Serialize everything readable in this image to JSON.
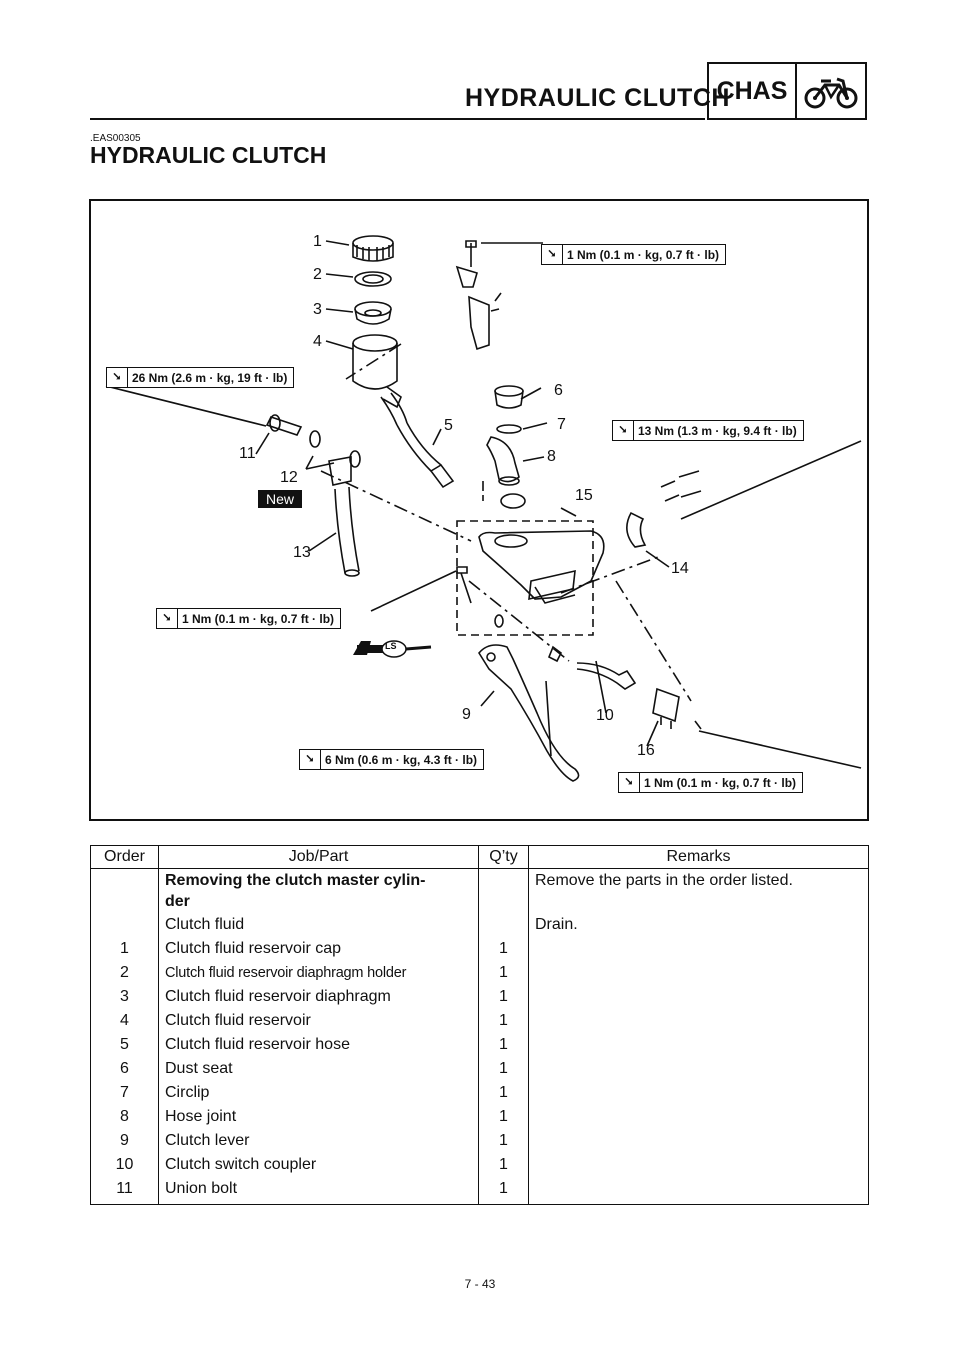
{
  "header": {
    "section_title": "HYDRAULIC CLUTCH",
    "chapter_badge": "CHAS",
    "chapter_icon": "motorcycle-icon"
  },
  "page": {
    "code": ".EAS00305",
    "title": "HYDRAULIC CLUTCH",
    "page_number": "7 - 43"
  },
  "diagram": {
    "torque_specs": [
      "1 Nm (0.1 m · kg, 0.7 ft · lb)",
      "26 Nm (2.6 m · kg, 19 ft · lb)",
      "13 Nm (1.3 m · kg, 9.4 ft · lb)",
      "1 Nm (0.1 m · kg, 0.7 ft · lb)",
      "6 Nm (0.6 m · kg, 4.3 ft · lb)",
      "1 Nm (0.1 m · kg, 0.7 ft · lb)"
    ],
    "new_badge": "New",
    "lubricant_mark": "LS",
    "part_labels": [
      "1",
      "2",
      "3",
      "4",
      "5",
      "6",
      "7",
      "8",
      "9",
      "10",
      "11",
      "12",
      "13",
      "14",
      "15",
      "16"
    ]
  },
  "table": {
    "headers": [
      "Order",
      "Job/Part",
      "Q’ty",
      "Remarks"
    ],
    "intro_job": "Removing the clutch master cylin-\nder",
    "intro_remark": "Remove the parts in the order listed.",
    "rows": [
      {
        "order": "",
        "part": "Clutch fluid",
        "qty": "",
        "remark": "Drain."
      },
      {
        "order": "1",
        "part": "Clutch fluid reservoir cap",
        "qty": "1",
        "remark": ""
      },
      {
        "order": "2",
        "part": "Clutch fluid reservoir diaphragm holder",
        "qty": "1",
        "remark": ""
      },
      {
        "order": "3",
        "part": "Clutch fluid reservoir diaphragm",
        "qty": "1",
        "remark": ""
      },
      {
        "order": "4",
        "part": "Clutch fluid reservoir",
        "qty": "1",
        "remark": ""
      },
      {
        "order": "5",
        "part": "Clutch fluid reservoir hose",
        "qty": "1",
        "remark": ""
      },
      {
        "order": "6",
        "part": "Dust seat",
        "qty": "1",
        "remark": ""
      },
      {
        "order": "7",
        "part": "Circlip",
        "qty": "1",
        "remark": ""
      },
      {
        "order": "8",
        "part": "Hose joint",
        "qty": "1",
        "remark": ""
      },
      {
        "order": "9",
        "part": "Clutch lever",
        "qty": "1",
        "remark": ""
      },
      {
        "order": "10",
        "part": "Clutch switch coupler",
        "qty": "1",
        "remark": ""
      },
      {
        "order": "11",
        "part": "Union bolt",
        "qty": "1",
        "remark": ""
      }
    ]
  }
}
